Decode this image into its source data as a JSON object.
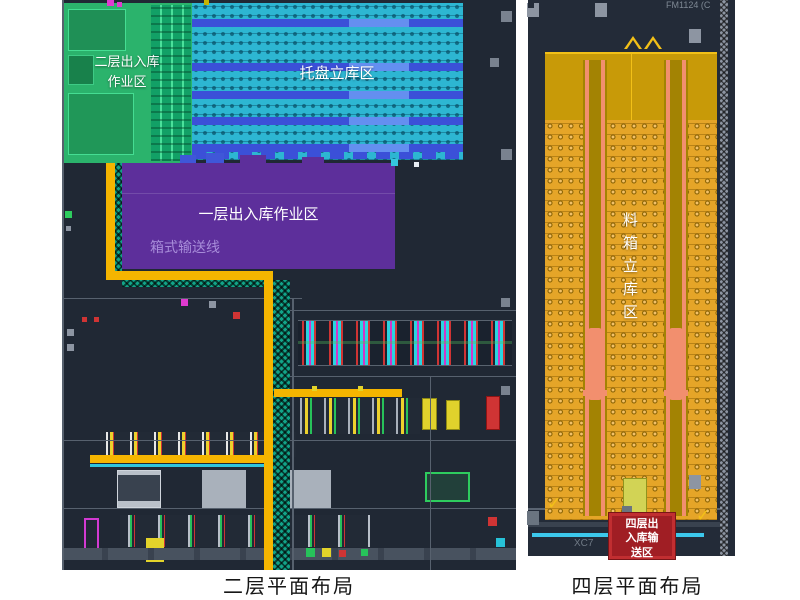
{
  "floor2": {
    "caption": "二层平面布局",
    "zones": {
      "l2_io_area": {
        "label_lines": [
          "二层出入库",
          "作业区"
        ],
        "color": "#2bb36c"
      },
      "pallet_storage": {
        "label": "托盘立库区",
        "color": "#2db6d2"
      },
      "l1_io_area": {
        "label": "一层出入库作业区",
        "color": "#5d2f9b"
      },
      "box_conveyor_line": {
        "label": "箱式输送线",
        "color": "#a78cd9"
      }
    },
    "conveyor_color": "#f5b500"
  },
  "floor4": {
    "caption": "四层平面布局",
    "zones": {
      "bin_storage": {
        "label": "料箱立库区",
        "color": "#c89a08"
      },
      "l4_io_conveyor": {
        "label_lines": [
          "四层出",
          "入库输",
          "送区"
        ],
        "color": "#a01e24"
      }
    },
    "annotations": {
      "top_right": "FM1124 (C",
      "bottom_left": "XC7"
    }
  }
}
